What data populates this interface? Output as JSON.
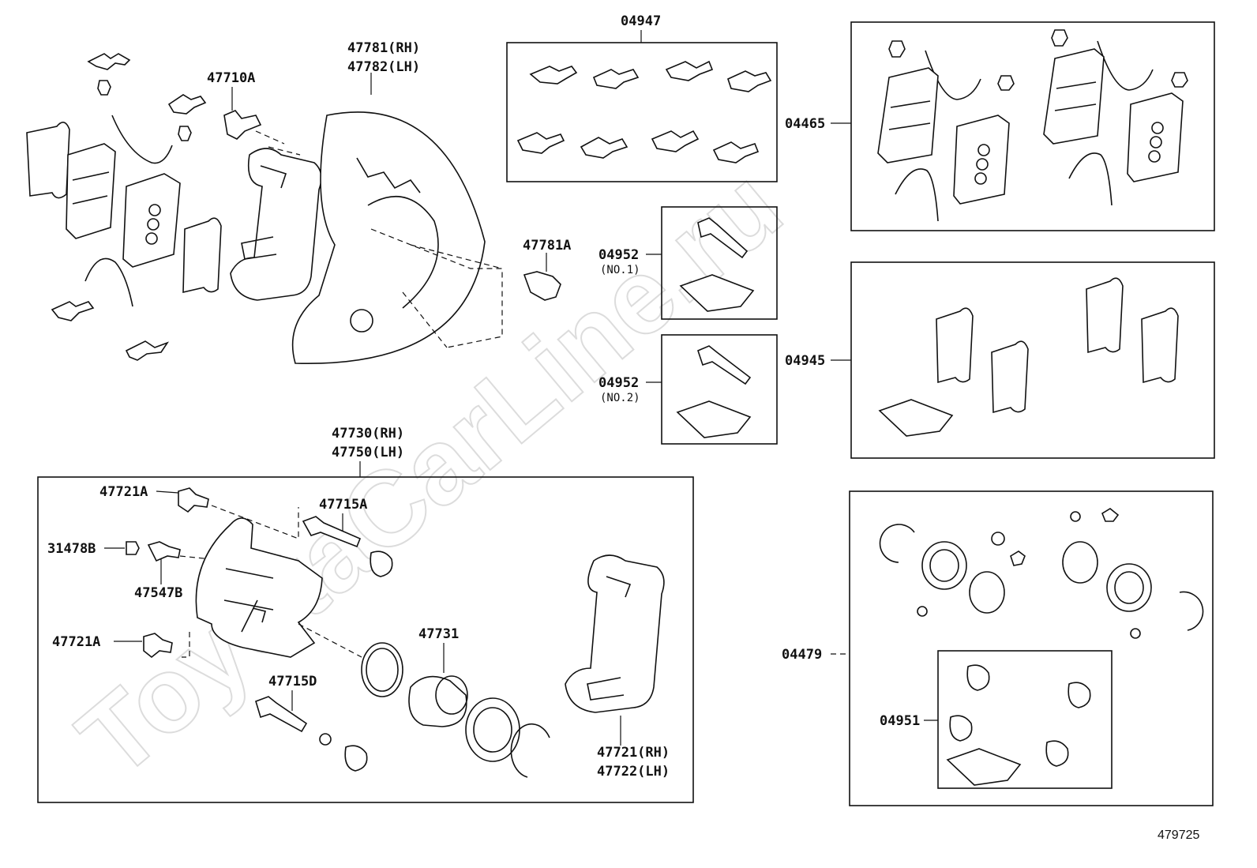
{
  "watermark": "ToyotaCarLine.ru",
  "diagram_id": "479725",
  "labels": {
    "p04947": "04947",
    "p47781_rh": "47781(RH)",
    "p47782_lh": "47782(LH)",
    "p47710a": "47710A",
    "p04465": "04465",
    "p47781a": "47781A",
    "p04952_1": "04952",
    "p04952_1_sub": "(NO.1)",
    "p04952_2": "04952",
    "p04952_2_sub": "(NO.2)",
    "p04945": "04945",
    "p47730_rh": "47730(RH)",
    "p47750_lh": "47750(LH)",
    "p47721a_top": "47721A",
    "p47715a": "47715A",
    "p31478b": "31478B",
    "p47547b": "47547B",
    "p47721a_bot": "47721A",
    "p47731": "47731",
    "p47715d": "47715D",
    "p47721_rh": "47721(RH)",
    "p47722_lh": "47722(LH)",
    "p04479": "04479",
    "p04951": "04951"
  }
}
